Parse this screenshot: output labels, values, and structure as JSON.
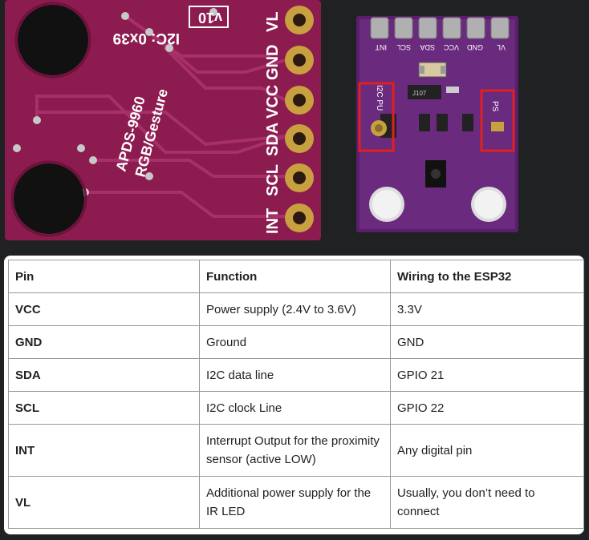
{
  "board_back": {
    "pins": [
      "VL",
      "GND",
      "VCC",
      "SDA",
      "SCL",
      "INT"
    ],
    "silk_version": "v10",
    "silk_i2c": "I2C: 0x39",
    "silk_model": "APDS-9960",
    "silk_desc": "RGB/Gesture"
  },
  "board_front": {
    "pins": [
      "INT",
      "SCL",
      "SDA",
      "VCC",
      "GND",
      "VL"
    ],
    "jumper_left": "I2C PU",
    "jumper_right": "PS",
    "highlight_color": "#e02020"
  },
  "colors": {
    "pcb": "#8c1b4f",
    "pcb_front": "#5a1f6b",
    "pad_gold": "#c9a040"
  },
  "table": {
    "headers": [
      "Pin",
      "Function",
      "Wiring to the ESP32"
    ],
    "rows": [
      {
        "pin": "VCC",
        "function": "Power supply (2.4V to 3.6V)",
        "wiring": "3.3V"
      },
      {
        "pin": "GND",
        "function": "Ground",
        "wiring": "GND"
      },
      {
        "pin": "SDA",
        "function": "I2C data line",
        "wiring": "GPIO 21"
      },
      {
        "pin": "SCL",
        "function": "I2C clock Line",
        "wiring": "GPIO 22"
      },
      {
        "pin": "INT",
        "function": "Interrupt Output for the proximity sensor (active LOW)",
        "wiring": "Any digital pin"
      },
      {
        "pin": "VL",
        "function": "Additional power supply for the IR LED",
        "wiring": "Usually, you don’t need to connect"
      }
    ]
  }
}
